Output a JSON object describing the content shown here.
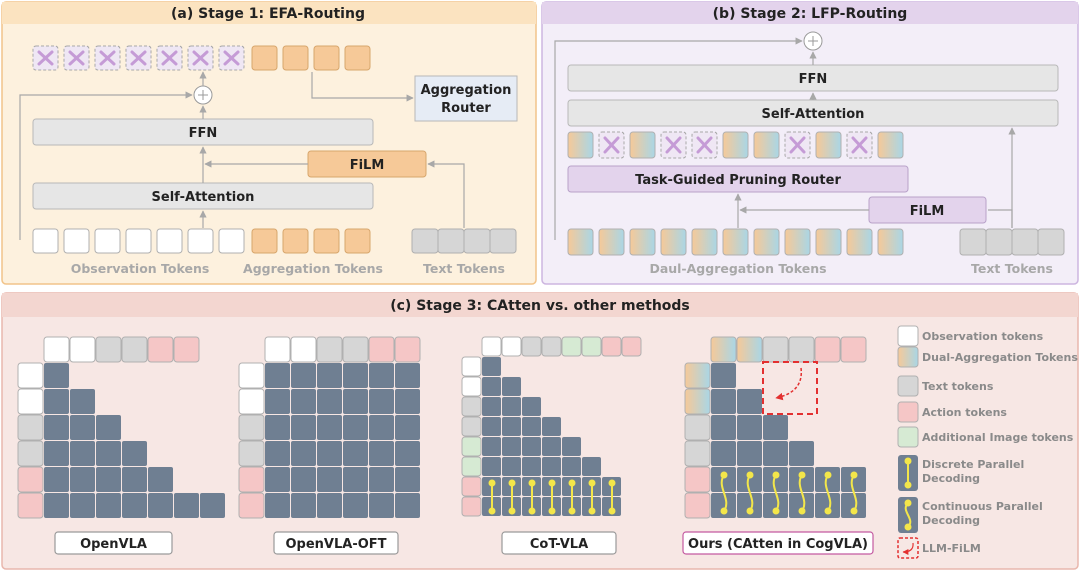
{
  "panel_a": {
    "title": "(a) Stage 1: EFA-Routing",
    "ffn": "FFN",
    "film": "FiLM",
    "self_attention": "Self-Attention",
    "router_line1": "Aggregation",
    "router_line2": "Router",
    "label_observation": "Observation Tokens",
    "label_aggregation": "Aggregation Tokens",
    "label_text": "Text Tokens"
  },
  "panel_b": {
    "title": "(b) Stage 2: LFP-Routing",
    "ffn": "FFN",
    "self_attention": "Self-Attention",
    "pruning_router": "Task-Guided Pruning Router",
    "film": "FiLM",
    "label_dual": "Daul-Aggregation Tokens",
    "label_text": "Text Tokens"
  },
  "panel_c": {
    "title": "(c) Stage 3: CAtten vs. other methods",
    "matrices": [
      {
        "label": "OpenVLA",
        "pattern": "causal"
      },
      {
        "label": "OpenVLA-OFT",
        "pattern": "full"
      },
      {
        "label": "CoT-VLA",
        "pattern": "causal-discrete"
      },
      {
        "label": "Ours (CAtten in CogVLA)",
        "pattern": "block-continuous"
      }
    ],
    "legend": [
      {
        "label": "Observation tokens",
        "kind": "observation"
      },
      {
        "label": "Dual-Aggregation Tokens",
        "kind": "dual"
      },
      {
        "label": "Text tokens",
        "kind": "text"
      },
      {
        "label": "Action tokens",
        "kind": "action"
      },
      {
        "label": "Additional Image tokens",
        "kind": "image"
      },
      {
        "label": "Discrete Parallel Decoding",
        "kind": "discrete"
      },
      {
        "label": "Continuous Parallel Decoding",
        "kind": "continuous"
      },
      {
        "label": "LLM-FiLM",
        "kind": "film"
      }
    ]
  },
  "colors": {
    "panel_a_bg": "#fdf1de",
    "panel_a_border": "#f2c48a",
    "panel_b_bg": "#f3eef8",
    "panel_b_border": "#cdb6e0",
    "panel_c_bg": "#f7e7e4",
    "panel_c_border": "#e9b7ad",
    "attention_cell": "#6f7f92",
    "observation": "#ffffff",
    "text_token": "#d6d6d6",
    "action_token": "#f5c6c6",
    "image_token": "#d6ead3",
    "aggregation_token": "#f6c998",
    "film_box": "#f6c998",
    "pruning_box": "#e3d3ec",
    "decode_yellow": "#f3e64a",
    "llm_film_red": "#e33030"
  }
}
